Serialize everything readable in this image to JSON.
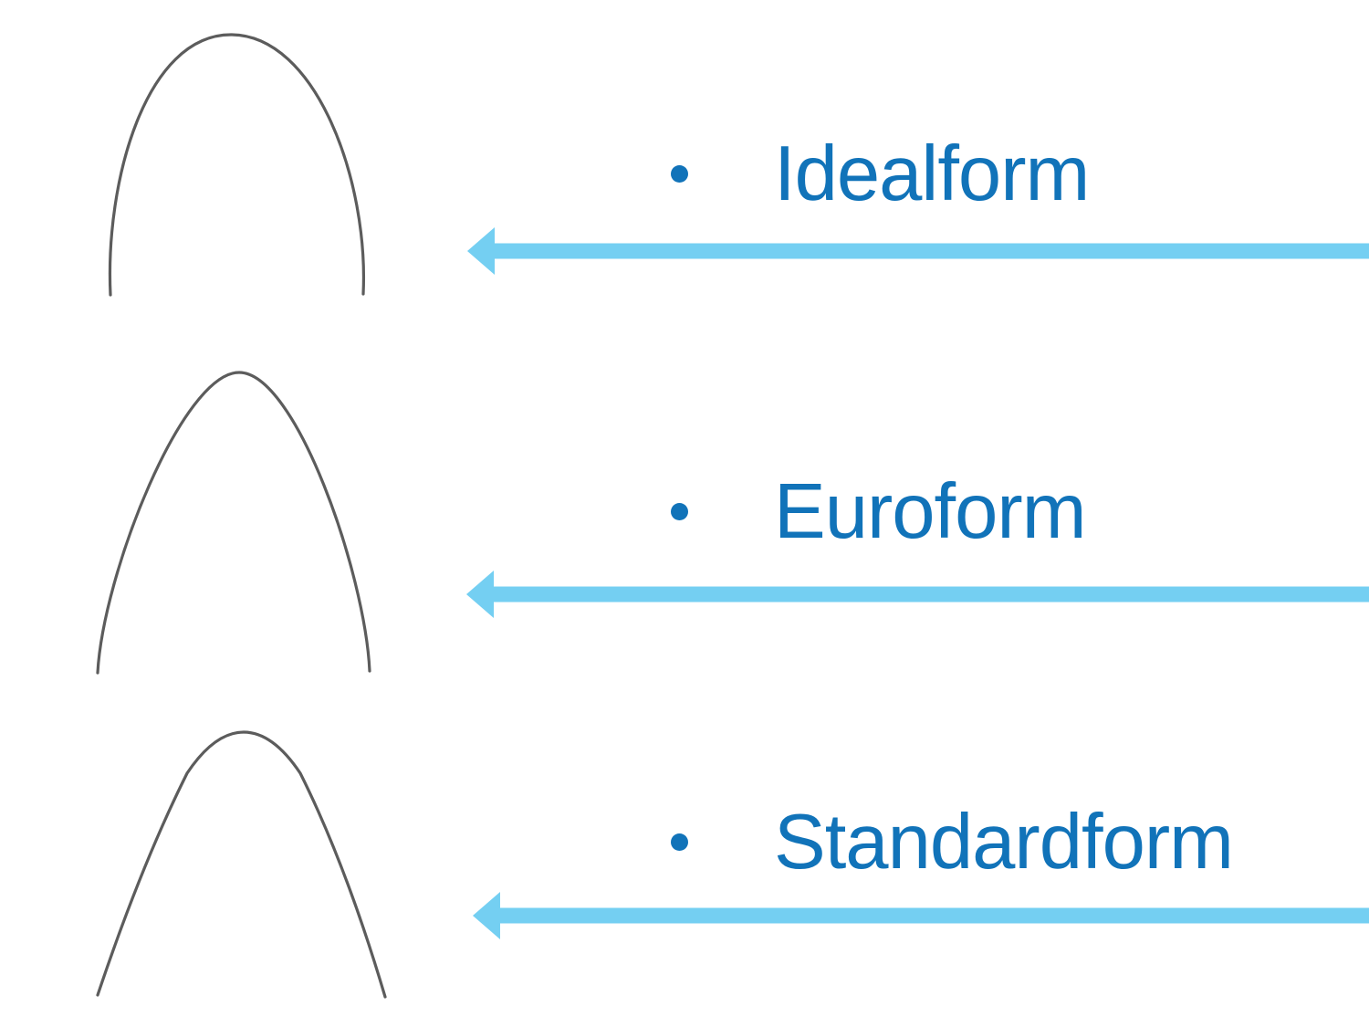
{
  "slide": {
    "description": "Archwire form comparison slide: three dental archwire shapes with labels and arrows",
    "background": "#ffffff"
  },
  "colors": {
    "label_blue": "#1173b9",
    "arrow_blue": "#74cff2",
    "wire_gray": "#5c5c5c"
  },
  "items": [
    {
      "label": "Idealform",
      "image": "idealform-archwire",
      "bullet_icon": "bullet-dot",
      "arrow_icon": "arrow-left"
    },
    {
      "label": "Euroform",
      "image": "euroform-archwire",
      "bullet_icon": "bullet-dot",
      "arrow_icon": "arrow-left"
    },
    {
      "label": "Standardform",
      "image": "standardform-archwire",
      "bullet_icon": "bullet-dot",
      "arrow_icon": "arrow-left"
    }
  ]
}
